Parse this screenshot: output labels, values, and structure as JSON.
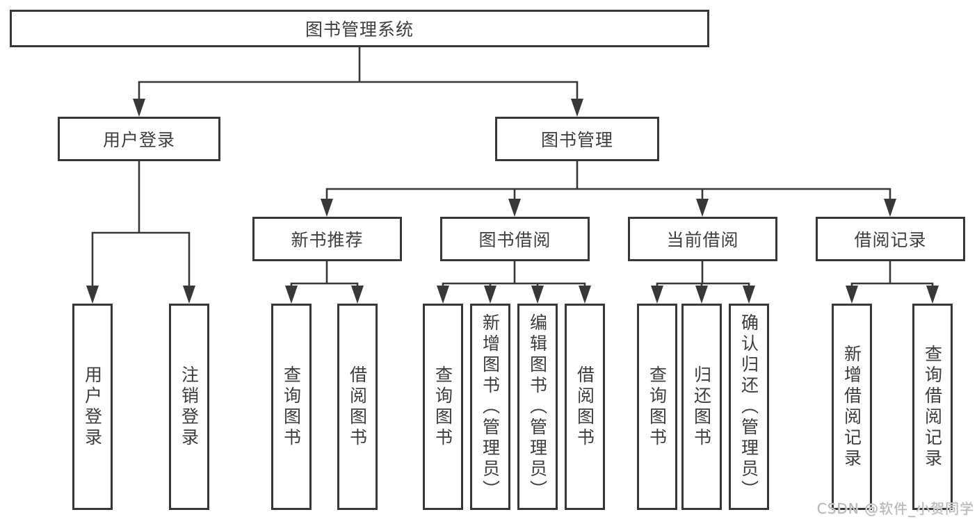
{
  "diagram": {
    "nodes": {
      "root": "图书管理系统",
      "userLogin": "用户登录",
      "bookMgmt": "图书管理",
      "newBookRec": "新书推荐",
      "bookBorrow": "图书借阅",
      "currentBorrow": "当前借阅",
      "borrowRecord": "借阅记录",
      "ulUserLogin": "用户登录",
      "ulLogout": "注销登录",
      "nbQueryBook": "查询图书",
      "nbBorrowBook": "借阅图书",
      "bbQueryBook": "查询图书",
      "bbAddBook": "新增图书（管理员）",
      "bbEditBook": "编辑图书（管理员）",
      "bbBorrowBook": "借阅图书",
      "cbQueryBook": "查询图书",
      "cbReturnBook": "归还图书",
      "cbConfirmReturn": "确认归还（管理员）",
      "brAddRecord": "新增借阅记录",
      "brQueryRecord": "查询借阅记录"
    },
    "colors": {
      "line": "#383838",
      "text": "#3d3d3d",
      "background": "#ffffff",
      "watermark": "#b6b6b6"
    }
  },
  "watermark": "CSDN @软件_小贺同学"
}
